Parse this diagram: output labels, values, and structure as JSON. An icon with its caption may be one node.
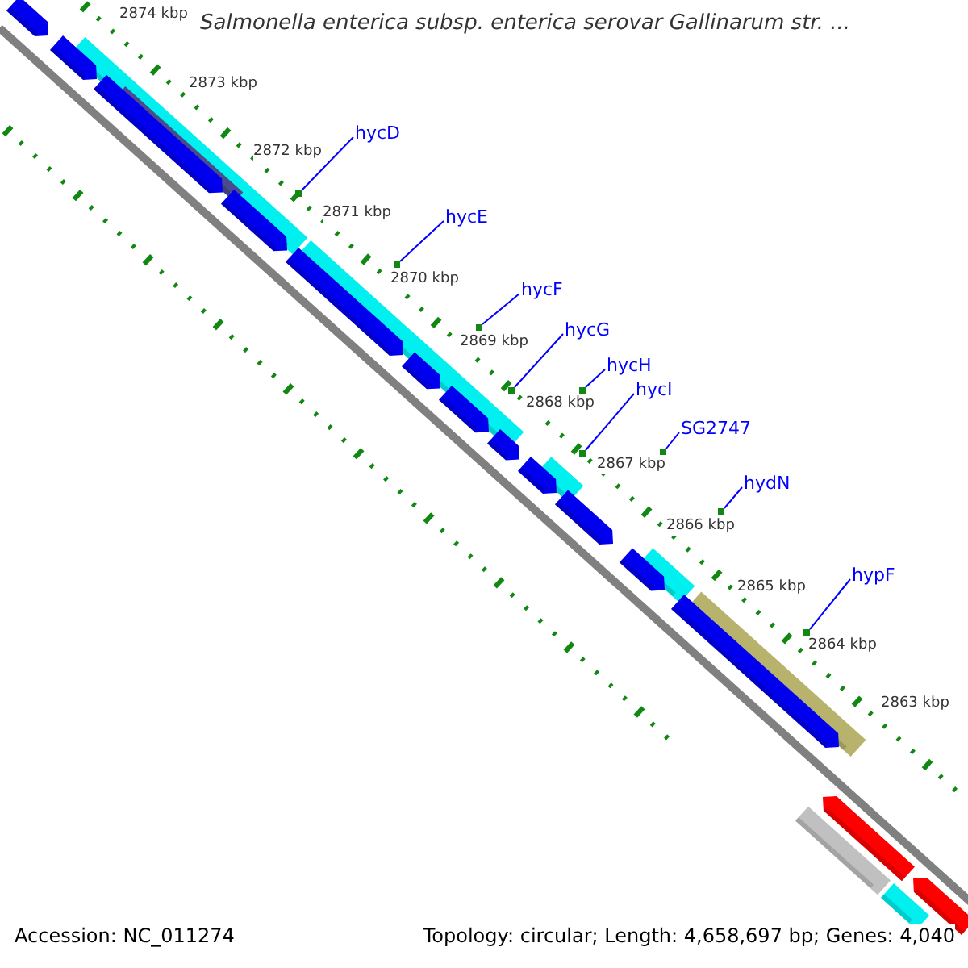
{
  "diagram": {
    "title": "Salmonella enterica subsp. enterica serovar Gallinarum str. ...",
    "nodes": [
      {
        "text": [
          "hycD"
        ]
      },
      {
        "text": [
          "hycE"
        ]
      },
      {
        "text": [
          "hycF"
        ]
      },
      {
        "text": [
          "hycG"
        ]
      },
      {
        "text": [
          "hycH"
        ]
      },
      {
        "text": [
          "hycI"
        ]
      },
      {
        "text": [
          "SG2747"
        ]
      },
      {
        "text": [
          "hydN"
        ]
      },
      {
        "text": [
          "hypF"
        ]
      },
      {
        "text": [],
        "shape": "tick"
      },
      {
        "text": [],
        "shape": "tick"
      },
      {
        "text": [],
        "shape": "tick"
      },
      {
        "text": [],
        "shape": "tick"
      },
      {
        "text": [],
        "shape": "tick"
      },
      {
        "text": [],
        "shape": "tick"
      },
      {
        "text": [],
        "shape": "tick"
      },
      {
        "text": [],
        "shape": "tick"
      },
      {
        "text": [],
        "shape": "tick"
      }
    ],
    "edges": [
      {
        "from": 0,
        "to": 9,
        "arrow": "none"
      },
      {
        "from": 1,
        "to": 10,
        "arrow": "none"
      },
      {
        "from": 2,
        "to": 11,
        "arrow": "none"
      },
      {
        "from": 3,
        "to": 12,
        "arrow": "none"
      },
      {
        "from": 4,
        "to": 13,
        "arrow": "none"
      },
      {
        "from": 5,
        "to": 14,
        "arrow": "none"
      },
      {
        "from": 6,
        "to": 15,
        "arrow": "none"
      },
      {
        "from": 7,
        "to": 16,
        "arrow": "none"
      },
      {
        "from": 8,
        "to": 17,
        "arrow": "none"
      }
    ],
    "labels": [
      "2874 kbp",
      "2873 kbp",
      "2872 kbp",
      "2871 kbp",
      "2870 kbp",
      "2869 kbp",
      "2868 kbp",
      "2867 kbp",
      "2866 kbp",
      "2865 kbp",
      "2864 kbp",
      "2863 kbp",
      "Accession: NC_011274",
      "Topology: circular; Length: 4,658,697 bp; Genes: 4,040"
    ]
  }
}
